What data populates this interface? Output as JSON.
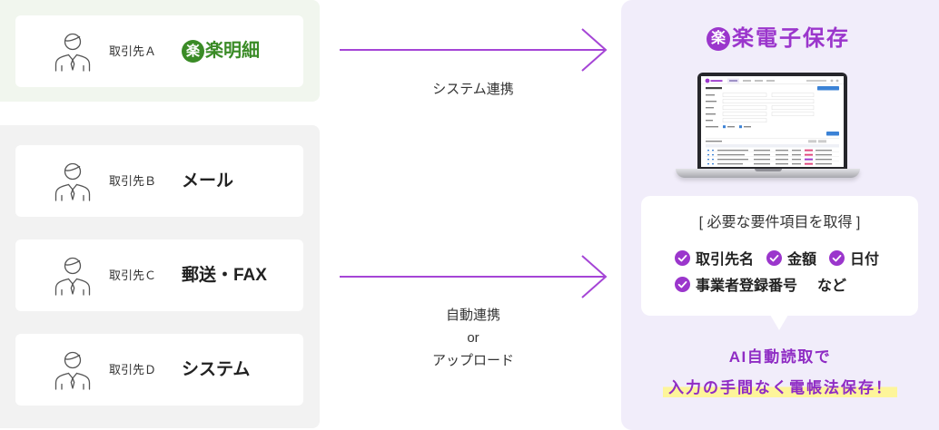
{
  "partners": {
    "connected_group": [
      {
        "label": "取引先Ａ",
        "channel_logo": {
          "mark": "楽",
          "text": "楽明細",
          "color": "#3a8b26"
        }
      }
    ],
    "other_group": [
      {
        "label": "取引先Ｂ",
        "channel": "メール"
      },
      {
        "label": "取引先Ｃ",
        "channel": "郵送・FAX"
      },
      {
        "label": "取引先Ｄ",
        "channel": "システム"
      }
    ]
  },
  "flows": [
    {
      "label_lines": [
        "システム連携"
      ]
    },
    {
      "label_lines": [
        "自動連携",
        "or",
        "アップロード"
      ]
    }
  ],
  "product": {
    "logo": {
      "mark": "楽",
      "text": "楽電子保存",
      "color": "#9b36cc"
    },
    "requirements": {
      "heading": "[ 必要な要件項目を取得 ]",
      "items": [
        "取引先名",
        "金額",
        "日付",
        "事業者登録番号"
      ],
      "suffix": "など"
    },
    "tagline": [
      "AI自動読取で",
      "入力の手間なく電帳法保存！"
    ]
  },
  "icons": {
    "partner": "person-icon",
    "flow_arrow": "arrow-right-icon",
    "checked_item": "check-circle-icon",
    "device": "laptop-icon"
  },
  "colors": {
    "accent": "#9b36cc",
    "arrow": "#a545d6",
    "highlight": "#fdf59a",
    "panel_connected": "#f1f6ee",
    "panel_other": "#f2f2f2",
    "panel_product": "#f1edfa"
  }
}
